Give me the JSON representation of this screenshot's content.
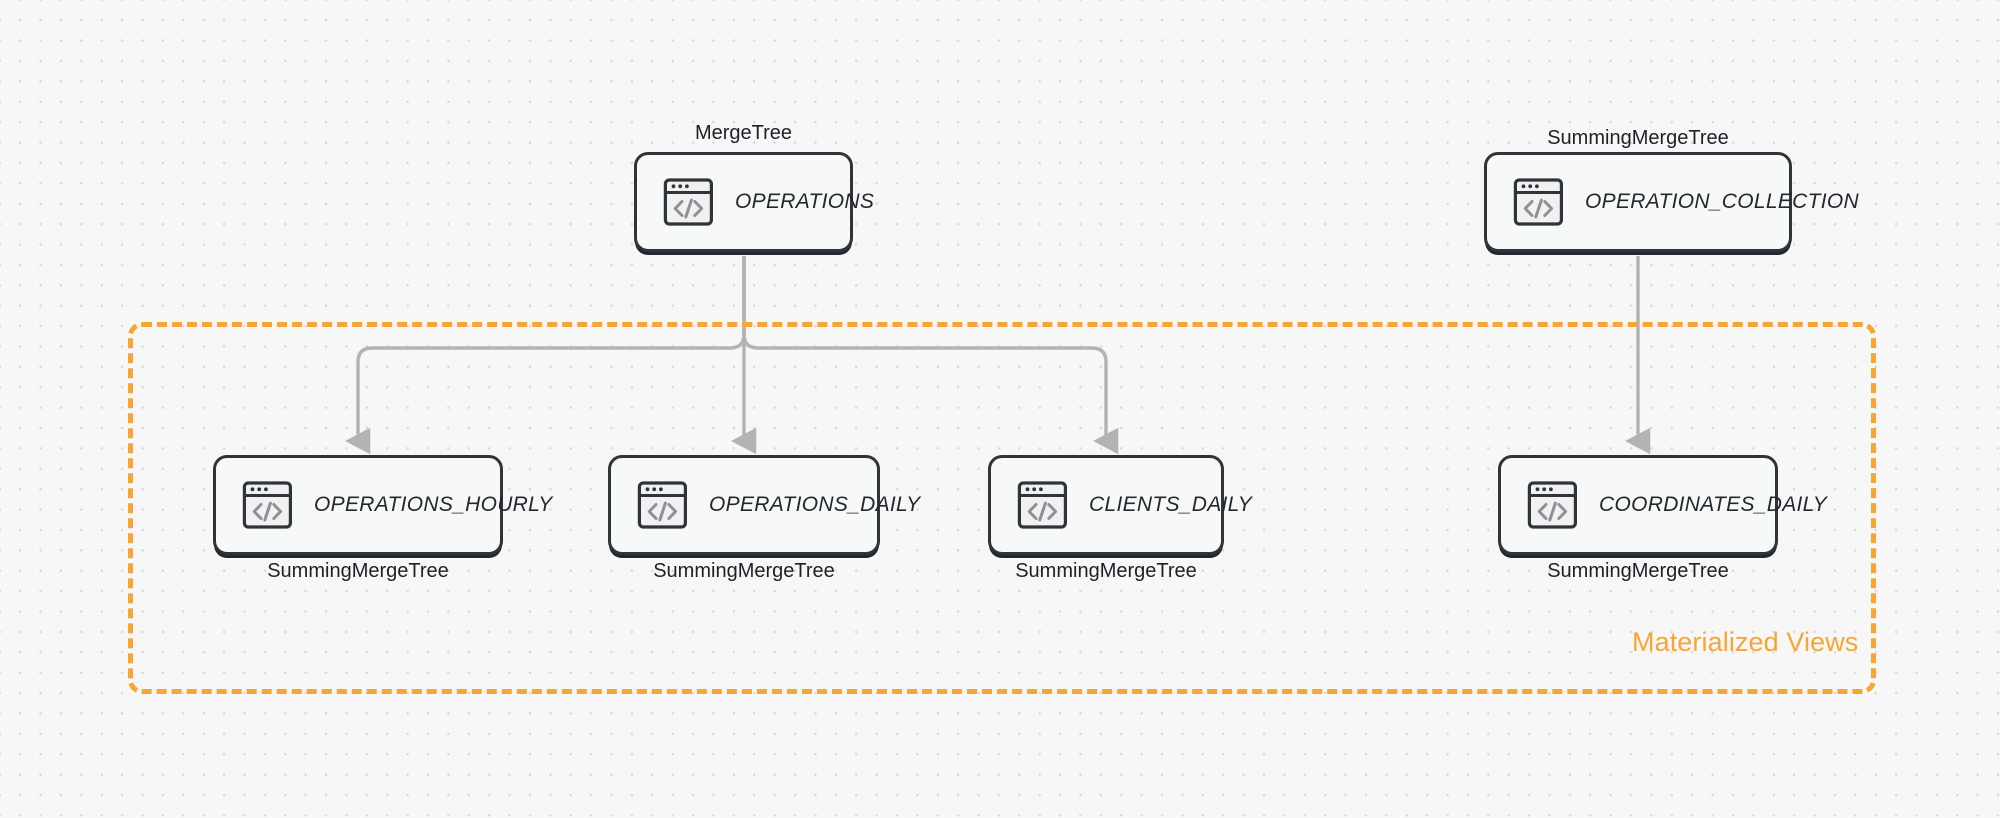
{
  "diagram": {
    "background": "#f7f7f8",
    "grid_dot_color": "#d9d9de",
    "node_border_color": "#2f343a",
    "node_fill_color": "#f7f8f8",
    "connector_color": "#b3b3b3",
    "accent_color": "#f7a533"
  },
  "group": {
    "label": "Materialized Views",
    "border_style": "dashed",
    "color": "#f7a533"
  },
  "sources": [
    {
      "id": "operations",
      "label": "OPERATIONS",
      "engine": "MergeTree",
      "engine_position": "above",
      "icon": "code-window-icon"
    },
    {
      "id": "operation_collection",
      "label": "OPERATION_COLLECTION",
      "engine": "SummingMergeTree",
      "engine_position": "above",
      "icon": "code-window-icon"
    }
  ],
  "views": [
    {
      "id": "operations_hourly",
      "label": "OPERATIONS_HOURLY",
      "engine": "SummingMergeTree",
      "engine_position": "below",
      "icon": "code-window-icon",
      "parent": "operations"
    },
    {
      "id": "operations_daily",
      "label": "OPERATIONS_DAILY",
      "engine": "SummingMergeTree",
      "engine_position": "below",
      "icon": "code-window-icon",
      "parent": "operations"
    },
    {
      "id": "clients_daily",
      "label": "CLIENTS_DAILY",
      "engine": "SummingMergeTree",
      "engine_position": "below",
      "icon": "code-window-icon",
      "parent": "operations"
    },
    {
      "id": "coordinates_daily",
      "label": "COORDINATES_DAILY",
      "engine": "SummingMergeTree",
      "engine_position": "below",
      "icon": "code-window-icon",
      "parent": "operation_collection"
    }
  ]
}
